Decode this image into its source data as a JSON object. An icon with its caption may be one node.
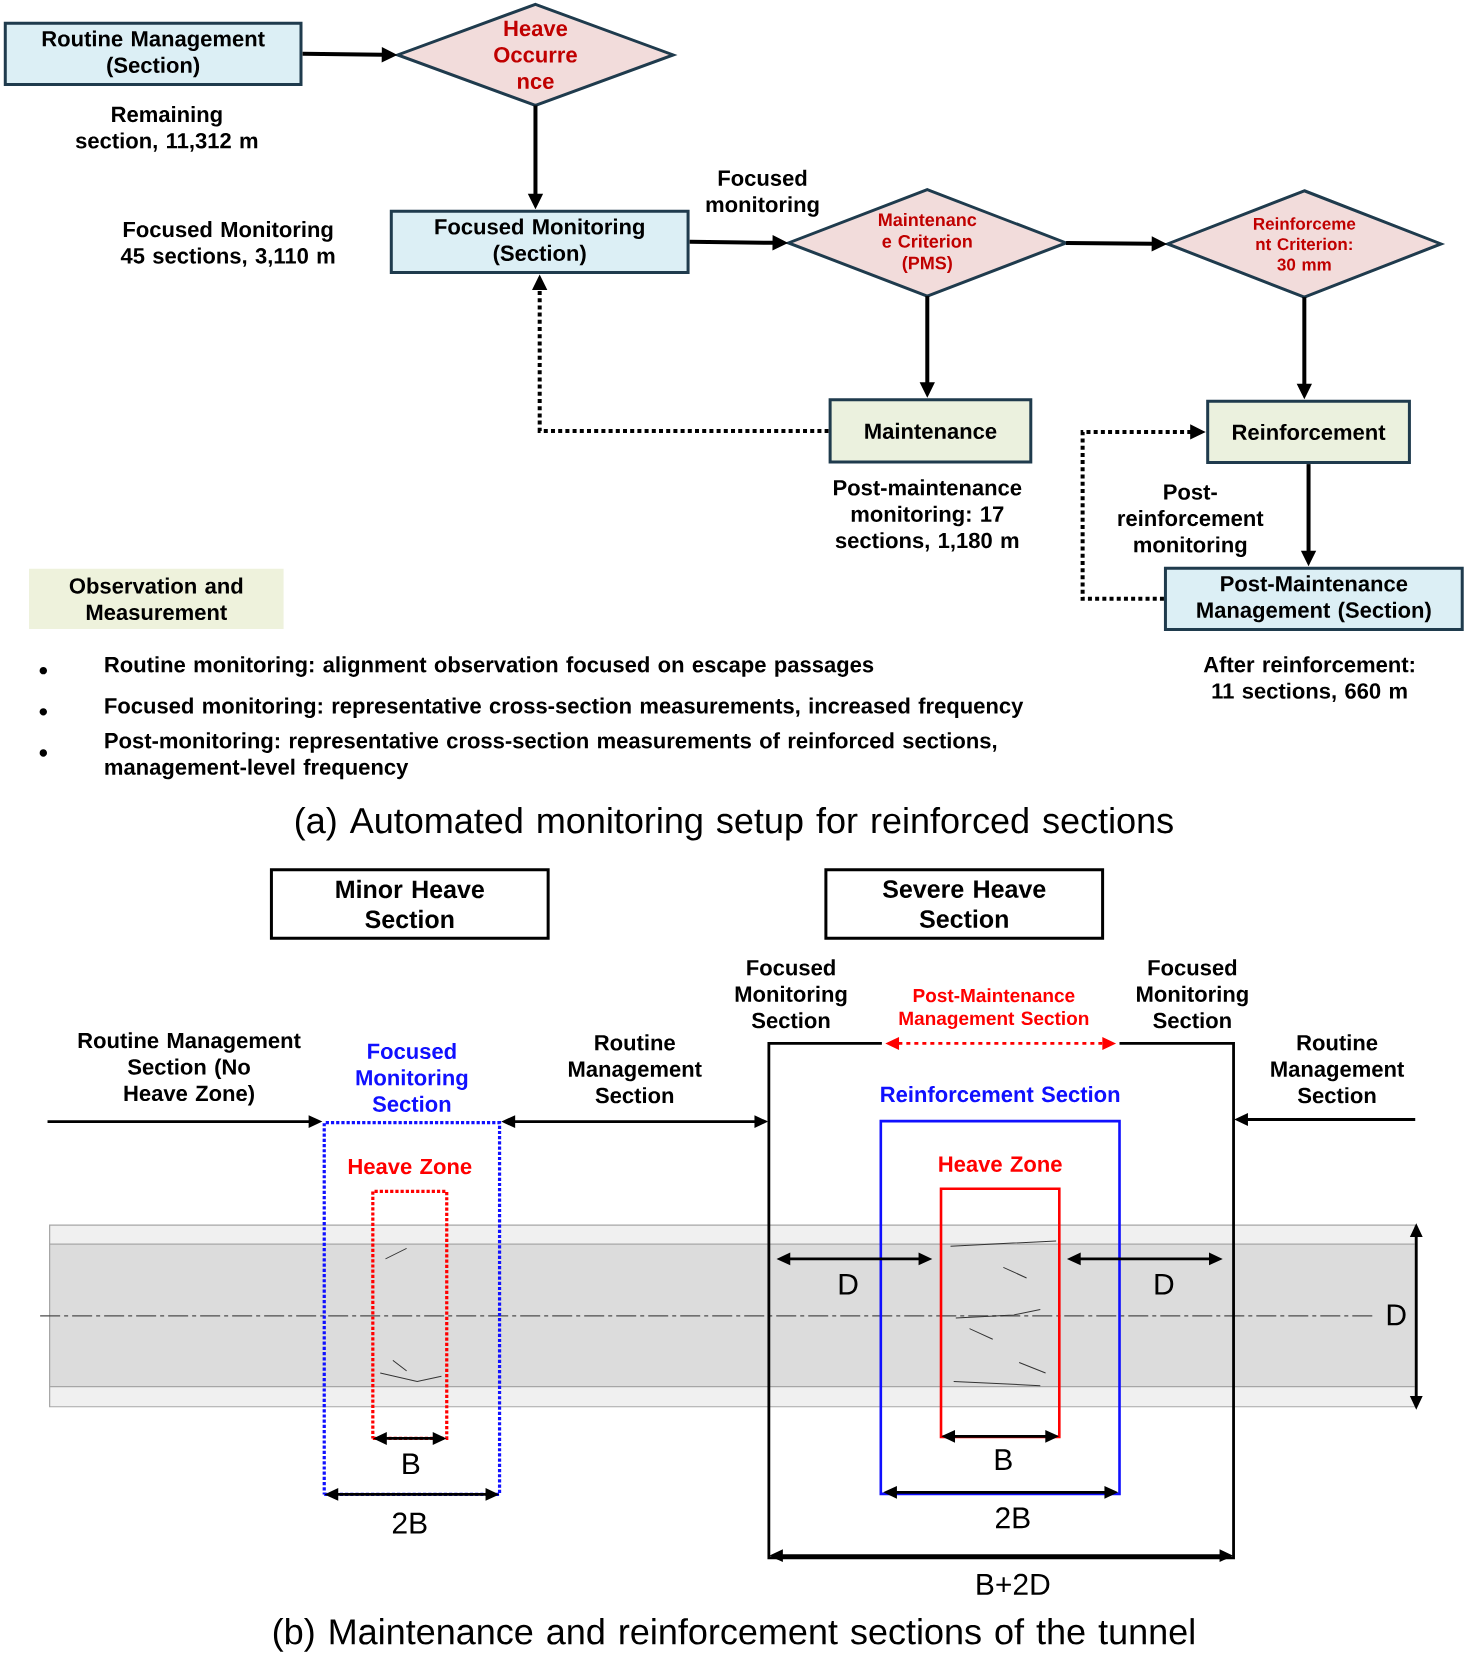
{
  "diagram": {
    "nodes": [
      {
        "text": [
          "Routine Management (Section)"
        ],
        "beside": [
          "Remaining section, 11,312 m"
        ]
      },
      {
        "text": [
          "Heave Occurre nce"
        ]
      },
      {
        "text": [
          "Focused Monitoring (Section)"
        ],
        "beside": [
          "Focused Monitoring 45 sections, 3,110 m"
        ]
      },
      {
        "text": [
          "Maintenanc e Criterion (PMS)"
        ]
      },
      {
        "text": [
          "Reinforceme nt Criterion: 30 mm"
        ]
      },
      {
        "text": [
          "Maintenance"
        ],
        "beside": [
          "Post-maintenance monitoring: 17 sections, 1,180 m"
        ]
      },
      {
        "text": [
          "Reinforcement"
        ]
      },
      {
        "text": [
          "Post-Maintenance Management (Section)"
        ],
        "beside": [
          "After reinforcement: 11 sections, 660 m"
        ]
      },
      {
        "text": [
          "Observation and Measurement"
        ]
      },
      {
        "text": [
          "Minor Heave Section"
        ]
      },
      {
        "text": [
          "Severe Heave Section"
        ]
      },
      {
        "text": [
          "Focused Monitoring Section"
        ]
      },
      {
        "text": [
          "Heave Zone"
        ],
        "in": 11
      },
      {
        "text": [],
        "shape": "box"
      },
      {
        "text": [
          "Reinforcement Section"
        ],
        "in": 13
      },
      {
        "text": [
          "Heave Zone"
        ],
        "in": 14
      }
    ],
    "edges": [
      {
        "from": 0,
        "to": 1,
        "arrow": "to"
      },
      {
        "from": 1,
        "to": 2,
        "arrow": "to"
      },
      {
        "from": 2,
        "to": 3,
        "arrow": "to",
        "label": "Focused monitoring"
      },
      {
        "from": 3,
        "to": 4,
        "arrow": "to"
      },
      {
        "from": 3,
        "to": 5,
        "arrow": "to"
      },
      {
        "from": 4,
        "to": 6,
        "arrow": "to"
      },
      {
        "from": 5,
        "to": 2,
        "arrow": "to",
        "style": "dashed"
      },
      {
        "from": 6,
        "to": 7,
        "arrow": "to",
        "label": "Post-reinforcement monitoring"
      },
      {
        "from": 7,
        "to": 6,
        "arrow": "to",
        "style": "dashed"
      },
      {
        "from": null,
        "to": 11,
        "arrow": "to"
      },
      {
        "from": 11,
        "to": 13,
        "arrow": "both"
      },
      {
        "from": null,
        "to": 13,
        "arrow": "to"
      }
    ],
    "labels": [
      "Routine monitoring: alignment observation focused on escape passages",
      "Focused monitoring: representative cross-section measurements, increased frequency",
      "Post-monitoring: representative cross-section measurements of reinforced sections, management-level frequency",
      "(a) Automated monitoring setup for reinforced sections",
      "Focused Monitoring Section",
      "Post-Maintenance Management Section",
      "Focused Monitoring Section",
      "Routine Management Section (No Heave Zone)",
      "Routine Management Section",
      "Routine Management Section",
      "D",
      "D",
      "D",
      "B",
      "B",
      "2B",
      "2B",
      "B+2D",
      "(b) Maintenance and reinforcement sections of the tunnel"
    ]
  }
}
